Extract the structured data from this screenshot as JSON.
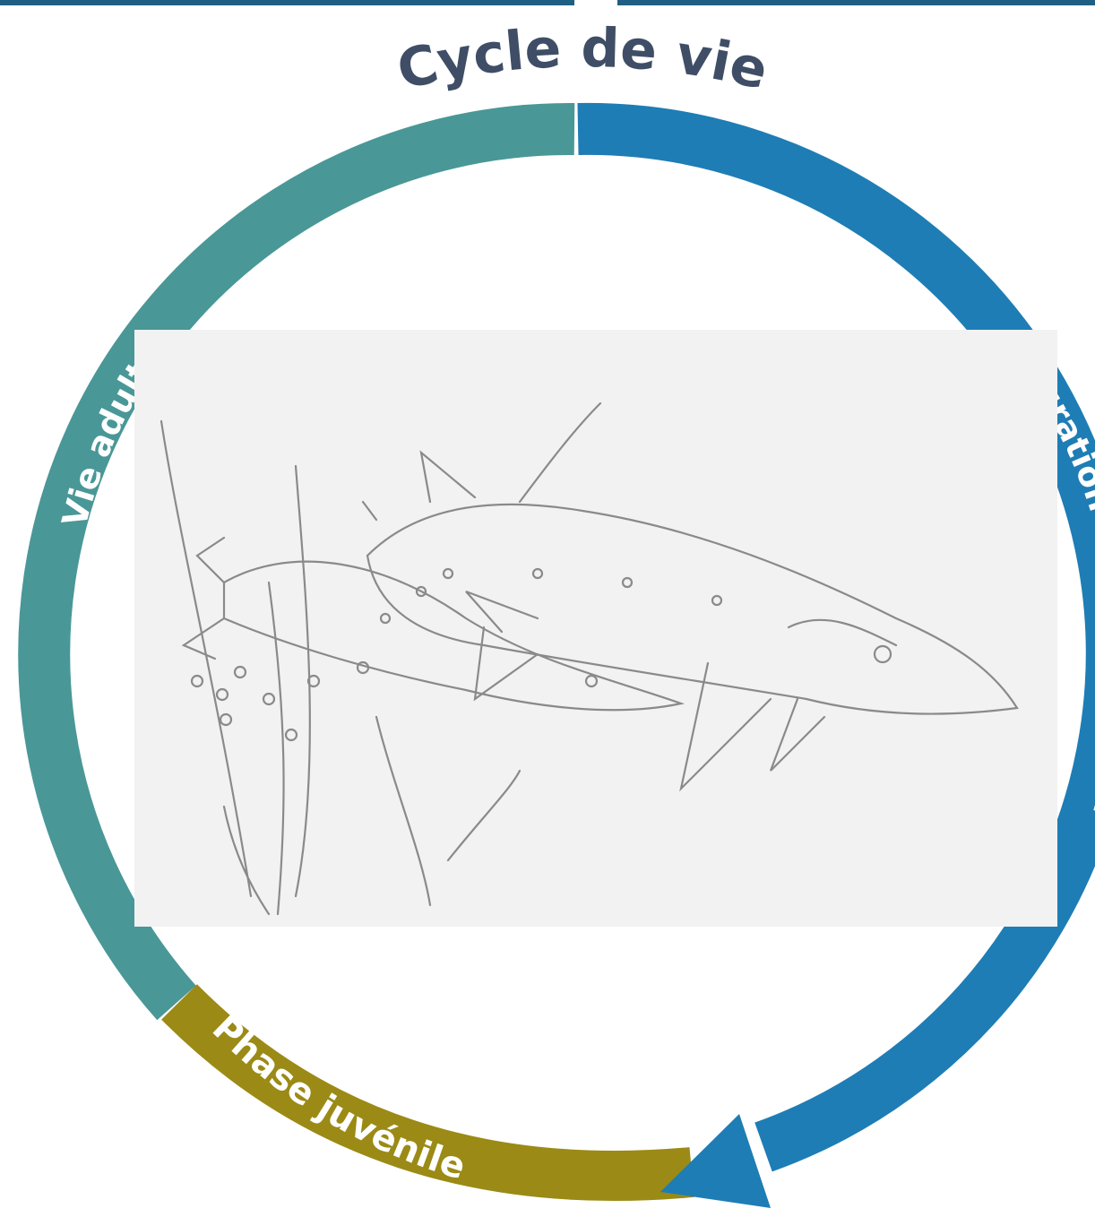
{
  "diagram": {
    "title": "Cycle de vie",
    "stages": [
      {
        "id": "vie-adulte",
        "label": "Vie adulte",
        "color": "#4a9797"
      },
      {
        "id": "migration-reproduction",
        "label": "Migration et reproduction",
        "color": "#1e7db5"
      },
      {
        "id": "phase-juvenile",
        "label": "Phase juvénile",
        "color": "#9b8a15"
      }
    ],
    "colors": {
      "title": "#3f4e66",
      "top_bars": "#1f5f83",
      "illustration_bg": "#f2f2f3",
      "pencil": "#8a8a8a"
    },
    "illustration": {
      "icon": "pike-fish-pencil-drawing"
    }
  }
}
